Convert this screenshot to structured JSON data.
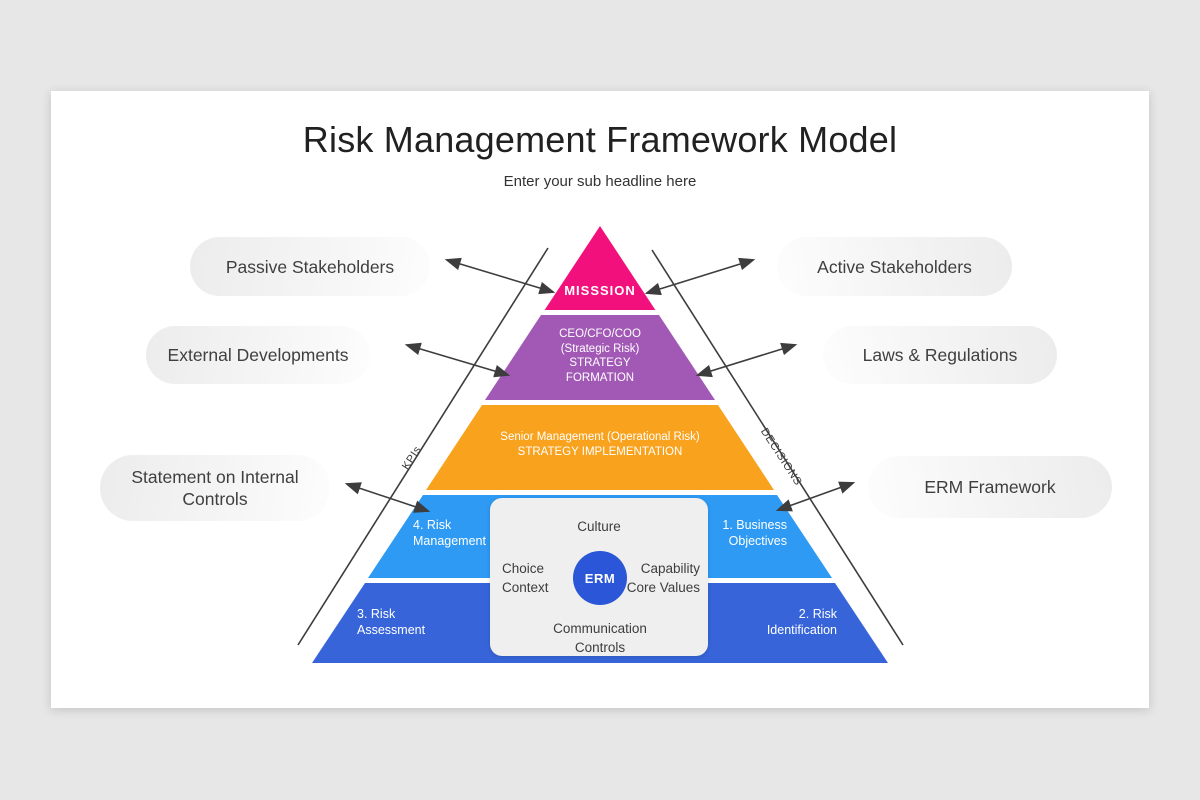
{
  "slide": {
    "title": "Risk Management Framework Model",
    "subtitle": "Enter your sub headline here"
  },
  "pyramid": {
    "level1": {
      "label": "MISSSION"
    },
    "level2": {
      "line1": "CEO/CFO/COO",
      "line2": "(Strategic Risk)",
      "line3": "STRATEGY",
      "line4": "FORMATION"
    },
    "level3": {
      "line1": "Senior Management (Operational Risk)",
      "line2": "STRATEGY IMPLEMENTATION"
    },
    "level4": {
      "left_line1": "4. Risk",
      "left_line2": "Management",
      "right_line1": "1. Business",
      "right_line2": "Objectives"
    },
    "level5": {
      "left_line1": "3. Risk",
      "left_line2": "Assessment",
      "right_line1": "2. Risk",
      "right_line2": "Identification"
    }
  },
  "axes": {
    "left": "KPIs",
    "right": "DECISIONS"
  },
  "callouts": {
    "passive_stakeholders": "Passive Stakeholders",
    "external_developments": "External Developments",
    "statement_line1": "Statement on Internal",
    "statement_line2": "Controls",
    "active_stakeholders": "Active Stakeholders",
    "laws_regulations": "Laws & Regulations",
    "erm_framework": "ERM Framework"
  },
  "core": {
    "top": "Culture",
    "left_line1": "Choice",
    "left_line2": "Context",
    "center": "ERM",
    "right_line1": "Capability",
    "right_line2": "Core Values",
    "bottom_line1": "Communication",
    "bottom_line2": "Controls"
  },
  "colors": {
    "pink": "#F2117C",
    "purple": "#A259B6",
    "orange": "#F9A21D",
    "light_blue": "#2E9AF3",
    "dark_blue": "#3765D9",
    "erm_circle": "#2B56D7",
    "line": "#3D3D3D",
    "card_bg": "#EFEFEF"
  }
}
